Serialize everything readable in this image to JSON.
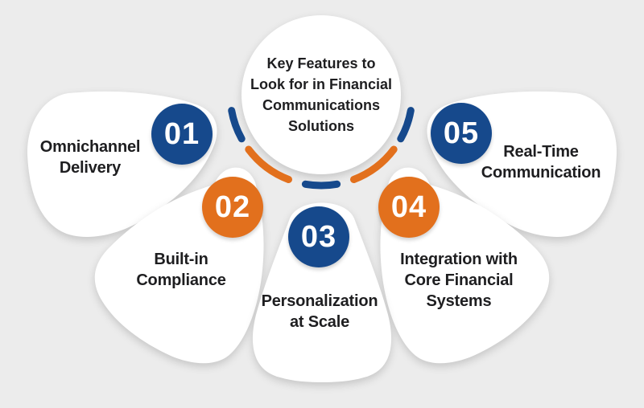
{
  "title": "Key Features to\nLook for in Financial\nCommunications\nSolutions",
  "colors": {
    "blue": "#16498c",
    "orange": "#e2701d",
    "background": "#ececec",
    "card": "#ffffff",
    "text": "#1e1e20"
  },
  "features": [
    {
      "number": "01",
      "label": "Omnichannel\nDelivery",
      "accent": "blue"
    },
    {
      "number": "02",
      "label": "Built-in\nCompliance",
      "accent": "orange"
    },
    {
      "number": "03",
      "label": "Personalization\nat Scale",
      "accent": "blue"
    },
    {
      "number": "04",
      "label": "Integration with\nCore Financial\nSystems",
      "accent": "orange"
    },
    {
      "number": "05",
      "label": "Real-Time\nCommunication",
      "accent": "blue"
    }
  ]
}
